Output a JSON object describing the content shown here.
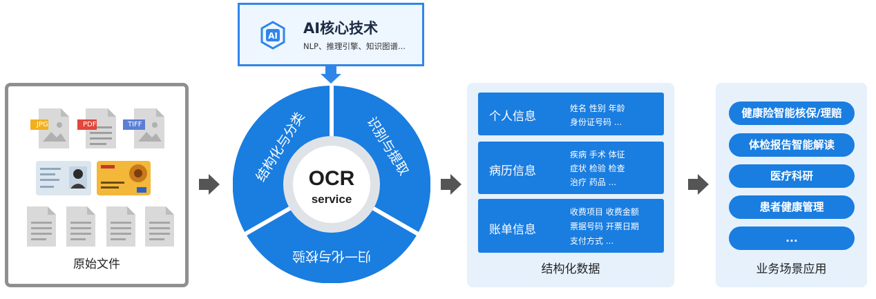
{
  "source": {
    "label": "原始文件",
    "file_types": [
      "JPG",
      "PDF",
      "TIFF"
    ]
  },
  "ai_core": {
    "title": "AI核心技术",
    "subtitle": "NLP、推理引擎、知识图谱...",
    "icon_text": "AI"
  },
  "ocr_ring": {
    "center_title": "OCR",
    "center_sub": "service",
    "segments": [
      "结构化与分类",
      "识别与提取",
      "归一化与校验"
    ]
  },
  "structured": {
    "label": "结构化数据",
    "blocks": [
      {
        "title": "个人信息",
        "lines": [
          "姓名   性别   年龄",
          "身份证号码   ..."
        ]
      },
      {
        "title": "病历信息",
        "lines": [
          "疾病   手术   体征",
          "症状   检验   检查",
          "治疗   药品   ..."
        ]
      },
      {
        "title": "账单信息",
        "lines": [
          "收费项目   收费金额",
          "票据号码   开票日期",
          "支付方式   ..."
        ]
      }
    ]
  },
  "scenarios": {
    "label": "业务场景应用",
    "items": [
      "健康险智能核保/理赔",
      "体检报告智能解读",
      "医疗科研",
      "患者健康管理",
      "..."
    ]
  },
  "colors": {
    "primary": "#1a7de0",
    "panel_bg": "#e6f1fc",
    "arrow": "#555555",
    "ring_inner": "#dfe3e8"
  }
}
